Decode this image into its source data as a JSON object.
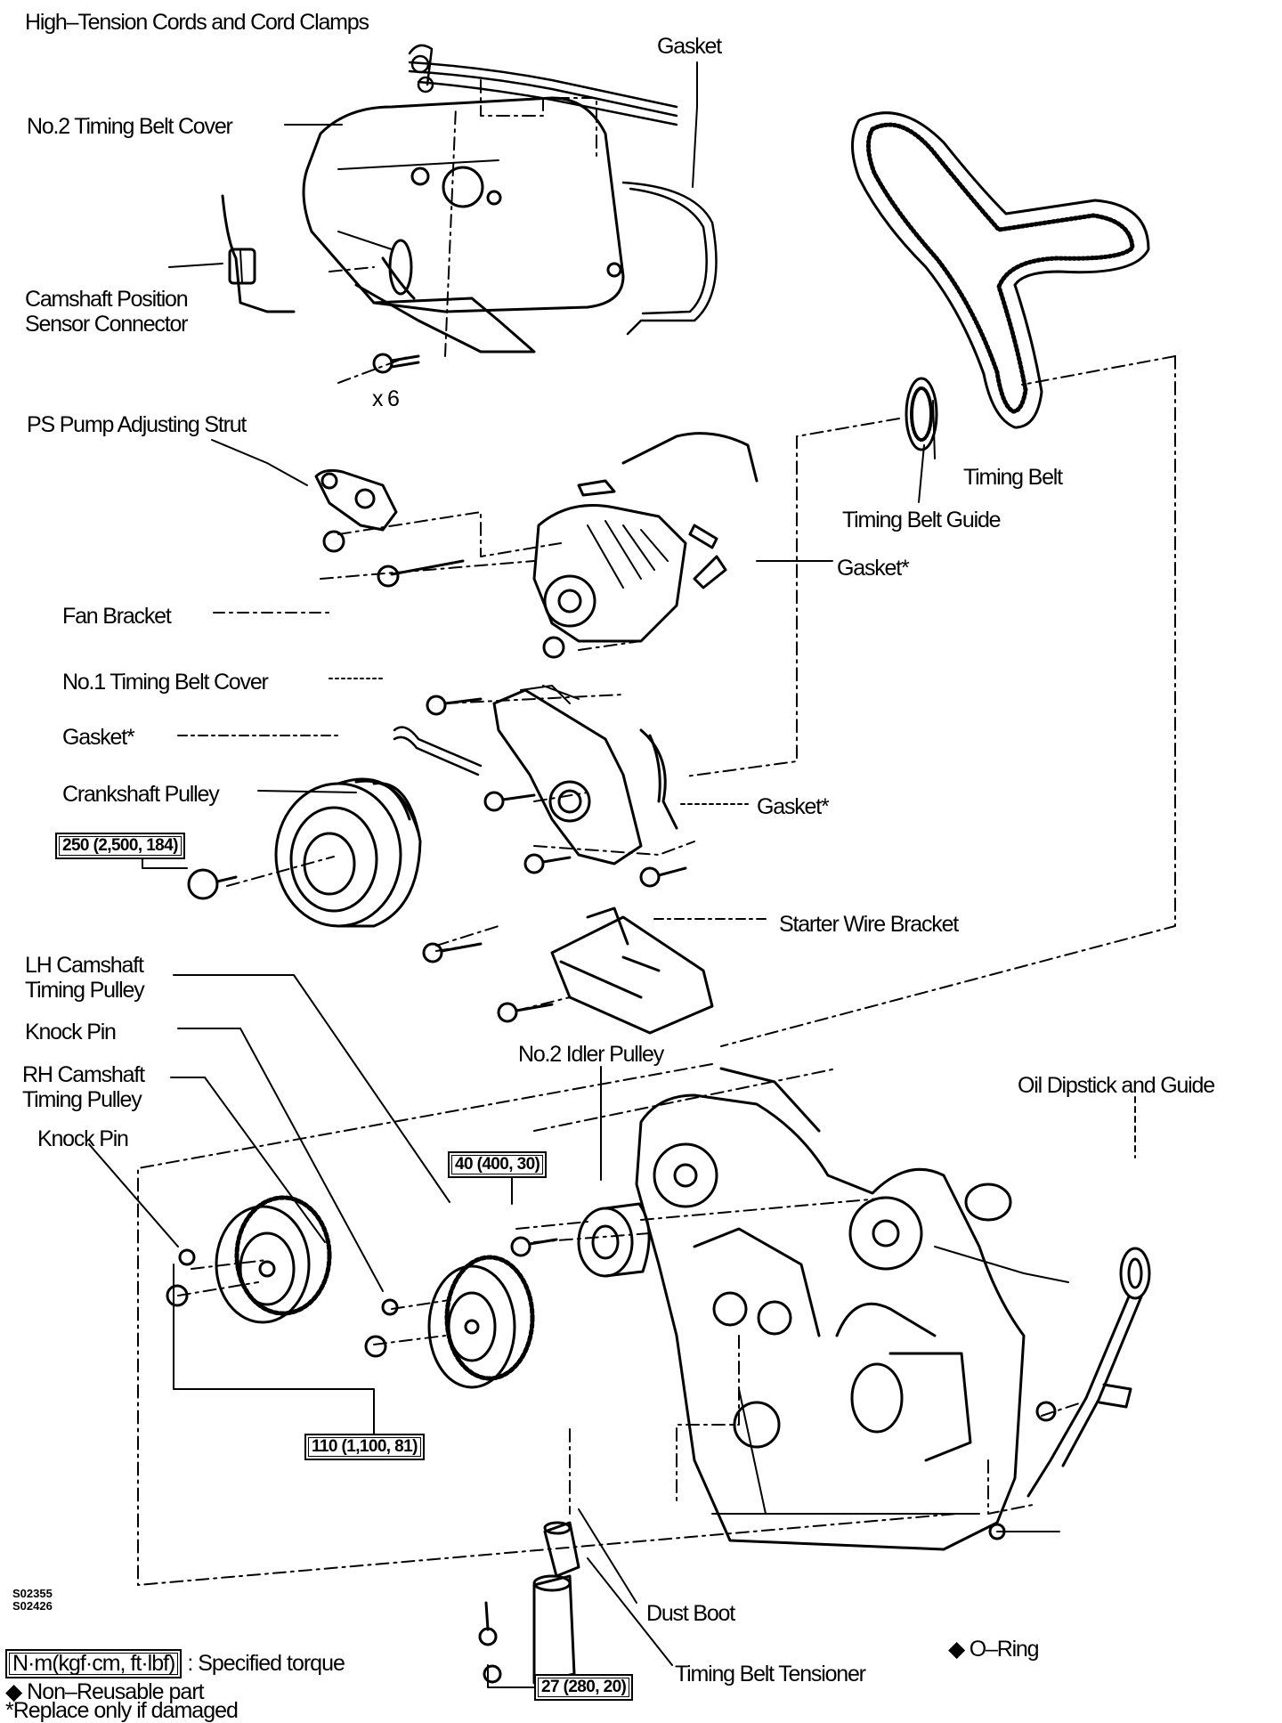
{
  "labels": {
    "high_tension_cords": "High–Tension Cords and Cord Clamps",
    "gasket_top": "Gasket",
    "no2_cover": "No.2 Timing Belt Cover",
    "cam_sensor_connector": "Camshaft Position\nSensor Connector",
    "x6": "x 6",
    "ps_pump_strut": "PS Pump Adjusting Strut",
    "timing_belt": "Timing Belt",
    "timing_belt_guide": "Timing Belt Guide",
    "gasket_star_1": "Gasket*",
    "fan_bracket": "Fan Bracket",
    "no1_cover": "No.1 Timing Belt Cover",
    "gasket_star_2": "Gasket* ",
    "crankshaft_pulley": "Crankshaft Pulley",
    "gasket_star_3": "Gasket*",
    "starter_wire_bracket": "Starter Wire Bracket",
    "lh_cam_pulley": "LH Camshaft\nTiming Pulley",
    "knock_pin_1": "Knock Pin",
    "rh_cam_pulley": "RH Camshaft\nTiming Pulley",
    "knock_pin_2": "Knock Pin",
    "no2_idler": "No.2 Idler Pulley",
    "oil_dipstick": "Oil Dipstick and Guide",
    "dust_boot": "Dust Boot",
    "tensioner": "Timing Belt Tensioner",
    "o_ring": "◆ O–Ring"
  },
  "torques": {
    "crank_bolt": "250 (2,500, 184)",
    "idler_bolt": "40 (400, 30)",
    "cam_bolt": "110 (1,100, 81)",
    "tensioner_bolt": "27 (280, 20)"
  },
  "codes": {
    "code1": "S02355",
    "code2": "S02426"
  },
  "legend": {
    "torque_unit": "N·m(kgf·cm, ft·lbf)",
    "torque_desc": ": Specified torque",
    "non_reusable": "◆ Non–Reusable part",
    "replace_if_damaged": "*Replace only if damaged"
  }
}
